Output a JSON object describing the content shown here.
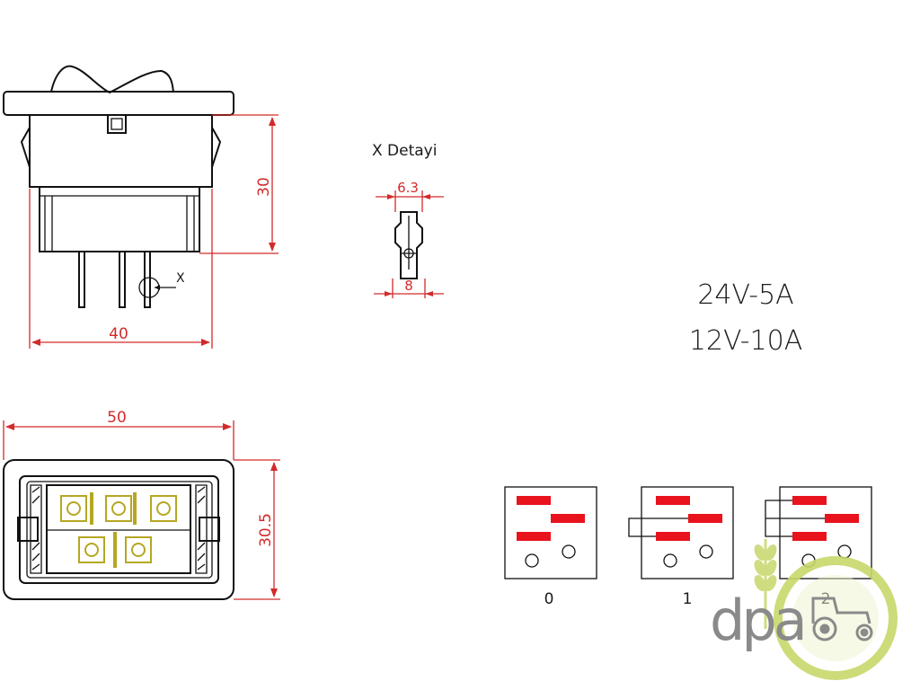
{
  "side_view": {
    "height_label": "30",
    "width_label": "40",
    "detail_marker": "X"
  },
  "detail": {
    "title": "X Detayi",
    "top_dim": "6.3",
    "bottom_dim": "8"
  },
  "ratings": {
    "line1": "24V-5A",
    "line2": "12V-10A"
  },
  "front_view": {
    "width_label": "50",
    "height_label": "30.5"
  },
  "positions": [
    {
      "label": "0"
    },
    {
      "label": "1"
    },
    {
      "label": "2"
    }
  ],
  "logo": {
    "text": "dpa",
    "colors": {
      "text": "#8a8a8a",
      "wheat": "#c8d76a"
    }
  },
  "colors": {
    "dimension": "#d42a2a",
    "contact": "#e8131d",
    "brass": "#b5a722"
  }
}
